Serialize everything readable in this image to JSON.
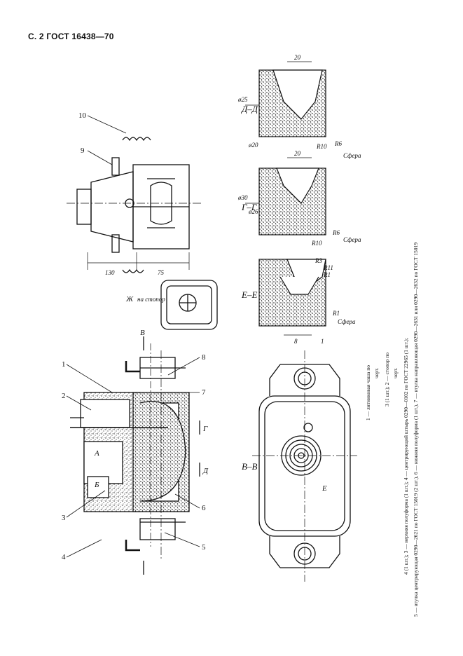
{
  "header": {
    "title": "С. 2 ГОСТ 16438—70"
  },
  "figure": {
    "callouts": [
      "1",
      "2",
      "3",
      "4",
      "5",
      "6",
      "7",
      "8",
      "9",
      "10"
    ],
    "section_labels": {
      "vv": "В–В",
      "ee": "Е–Е",
      "gg": "Г–Г",
      "dd": "Д–Д",
      "zh": "Ж",
      "zh_note": "на стопор",
      "letter_a": "А",
      "letter_b": "Б",
      "letter_v": "В",
      "letter_g": "Г",
      "letter_d": "Д",
      "letter_e": "Е"
    },
    "dimensions": {
      "d130": "130",
      "d75": "75",
      "d20a": "20",
      "d20b": "20",
      "d30": "ø30",
      "d26": "ø26",
      "d25": "ø25",
      "d20dia": "ø20",
      "d8": "8",
      "d1": "1",
      "r1": "R1",
      "r3": "R3",
      "r11": "R11",
      "r10a": "R10",
      "r10b": "R10",
      "r6a": "R6",
      "r6b": "R6",
      "r1b": "R1",
      "sfera1": "Сфера",
      "sfera2": "Сфера",
      "sfera3": "Сфера"
    }
  },
  "caption": {
    "line1": "1 — литниковая чаша по",
    "line2": "черт.",
    "line3": "3 (1 шт.); 2 — стопор по",
    "line4": "черт.",
    "line5": "4 (1 шт.); 3 — верхняя полуформа (1 шт.); 4 — центрирующий штырь 0290—0102 по ГОСТ 22965 (1 шт.);",
    "line6": "5 — втулка центрирующая 0290—2621 по ГОСТ 15019 (2 шт.), 6 — нижняя полуформа (1 шт.), 7 — втулка направляющая 0290—2631 или 0290—2632 по ГОСТ 15019"
  }
}
